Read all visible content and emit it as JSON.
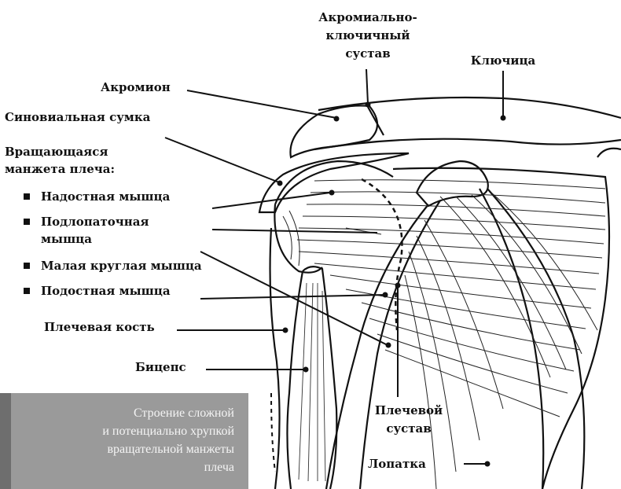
{
  "labels": {
    "ac_joint": [
      "Акромиально-",
      "ключичный",
      "сустав"
    ],
    "clavicle": "Ключица",
    "acromion": "Акромион",
    "bursa": "Синовиальная сумка",
    "rotator_cuff": [
      "Вращающаяся",
      "манжета плеча:"
    ],
    "supraspinatus": "Надостная мышца",
    "subscapularis": [
      "Подлопаточная",
      "мышца"
    ],
    "teres_minor": "Малая круглая мышца",
    "infraspinatus": "Подостная мышца",
    "humerus": "Плечевая кость",
    "biceps": "Бицепс",
    "shoulder_joint": [
      "Плечевой",
      "сустав"
    ],
    "scapula": "Лопатка"
  },
  "caption": {
    "lines": [
      "Строение сложной",
      "и потенциально хрупкой",
      "вращательной манжеты",
      "плеча"
    ]
  },
  "colors": {
    "ink": "#111111",
    "caption_bg": "#9a9a9a",
    "caption_bar": "#6e6e6e",
    "caption_text": "#f4f4f4"
  }
}
